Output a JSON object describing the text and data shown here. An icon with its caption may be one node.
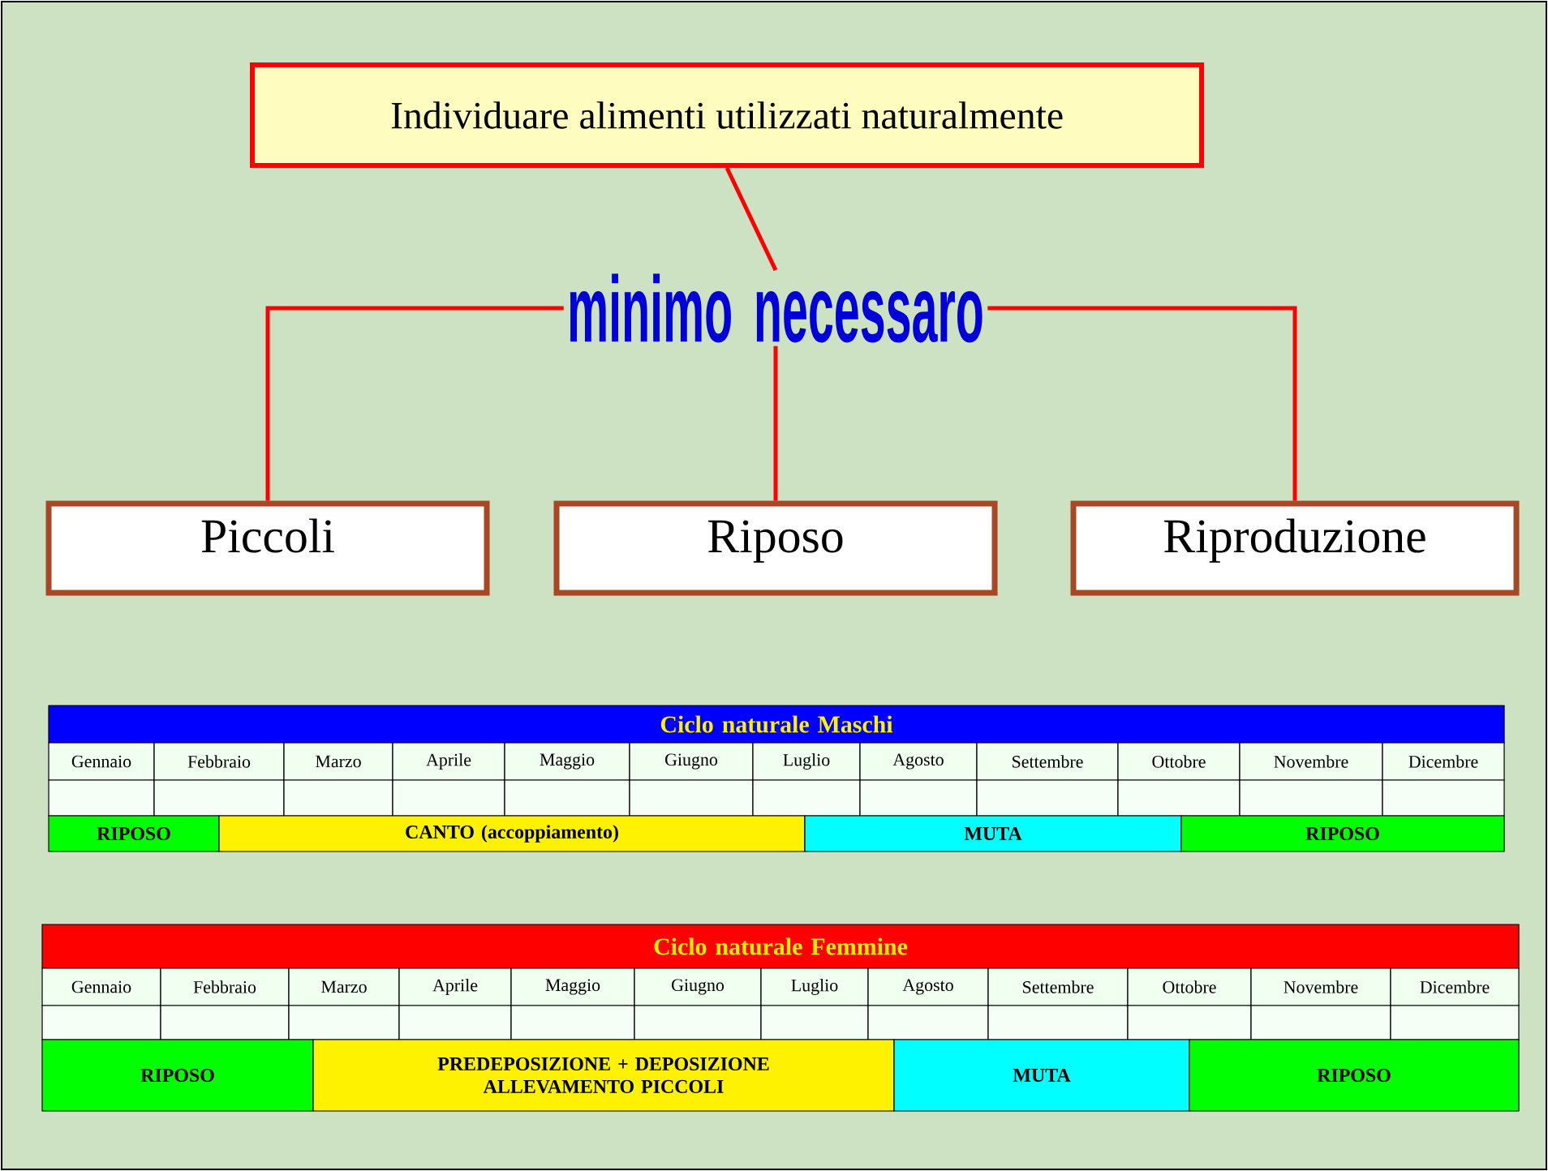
{
  "diagram": {
    "nodes": [
      {
        "text": [
          "Individuare alimenti utilizzati naturalmente"
        ]
      },
      {
        "text": [
          "minimo necessaro"
        ]
      },
      {
        "text": [
          "Piccoli"
        ]
      },
      {
        "text": [
          "Riposo"
        ]
      },
      {
        "text": [
          "Riproduzione"
        ]
      }
    ],
    "edges": [
      {
        "from": 0,
        "to": 1,
        "arrow": "none"
      },
      {
        "from": 1,
        "to": 2,
        "arrow": "none"
      },
      {
        "from": 1,
        "to": 3,
        "arrow": "none"
      },
      {
        "from": 1,
        "to": 4,
        "arrow": "none"
      }
    ],
    "labels": [
      "Ciclo naturale Maschi",
      "Gennaio",
      "Febbraio",
      "Marzo",
      "Aprile",
      "Maggio",
      "Giugno",
      "Luglio",
      "Agosto",
      "Settembre",
      "Ottobre",
      "Novembre",
      "Dicembre",
      "RIPOSO",
      "CANTO (accoppiamento)",
      "MUTA",
      "RIPOSO",
      "Ciclo naturale Femmine",
      "Gennaio",
      "Febbraio",
      "Marzo",
      "Aprile",
      "Maggio",
      "Giugno",
      "Luglio",
      "Agosto",
      "Settembre",
      "Ottobre",
      "Novembre",
      "Dicembre",
      "RIPOSO",
      "PREDEPOSIZIONE + DEPOSIZIONE ALLEVAMENTO PICCOLI",
      "MUTA",
      "RIPOSO"
    ]
  }
}
